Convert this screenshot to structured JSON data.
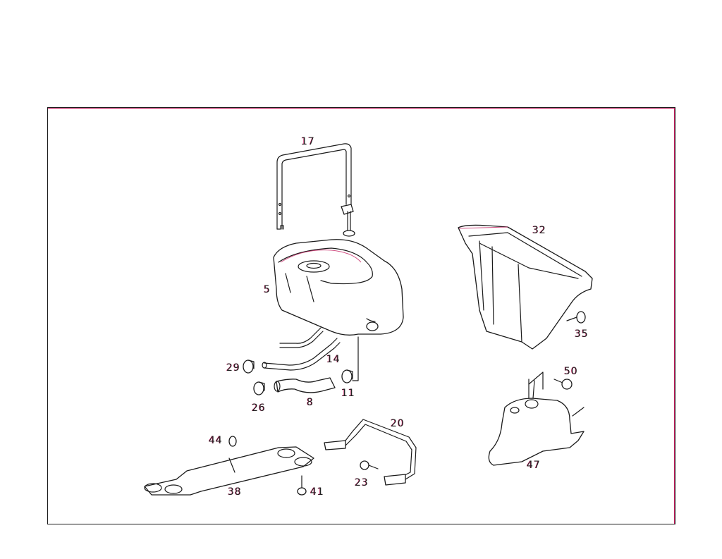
{
  "diagram": {
    "type": "exploded parts diagram",
    "line_color": "#1a1a1a",
    "accent_color": "#c2185b",
    "background": "#ffffff",
    "parts": [
      {
        "id": "17",
        "label": "17",
        "name": "tank strap bracket"
      },
      {
        "id": "5",
        "label": "5",
        "name": "fuel tank"
      },
      {
        "id": "14",
        "label": "14",
        "name": "pipe"
      },
      {
        "id": "29",
        "label": "29",
        "name": "hose clamp"
      },
      {
        "id": "26",
        "label": "26",
        "name": "hose clamp"
      },
      {
        "id": "8",
        "label": "8",
        "name": "hose"
      },
      {
        "id": "11",
        "label": "11",
        "name": "hose clamp"
      },
      {
        "id": "32",
        "label": "32",
        "name": "cover"
      },
      {
        "id": "35",
        "label": "35",
        "name": "screw"
      },
      {
        "id": "50",
        "label": "50",
        "name": "bolt"
      },
      {
        "id": "47",
        "label": "47",
        "name": "reservoir"
      },
      {
        "id": "20",
        "label": "20",
        "name": "bracket"
      },
      {
        "id": "23",
        "label": "23",
        "name": "bolt"
      },
      {
        "id": "44",
        "label": "44",
        "name": "clip"
      },
      {
        "id": "38",
        "label": "38",
        "name": "mounting plate"
      },
      {
        "id": "41",
        "label": "41",
        "name": "screw"
      }
    ]
  }
}
